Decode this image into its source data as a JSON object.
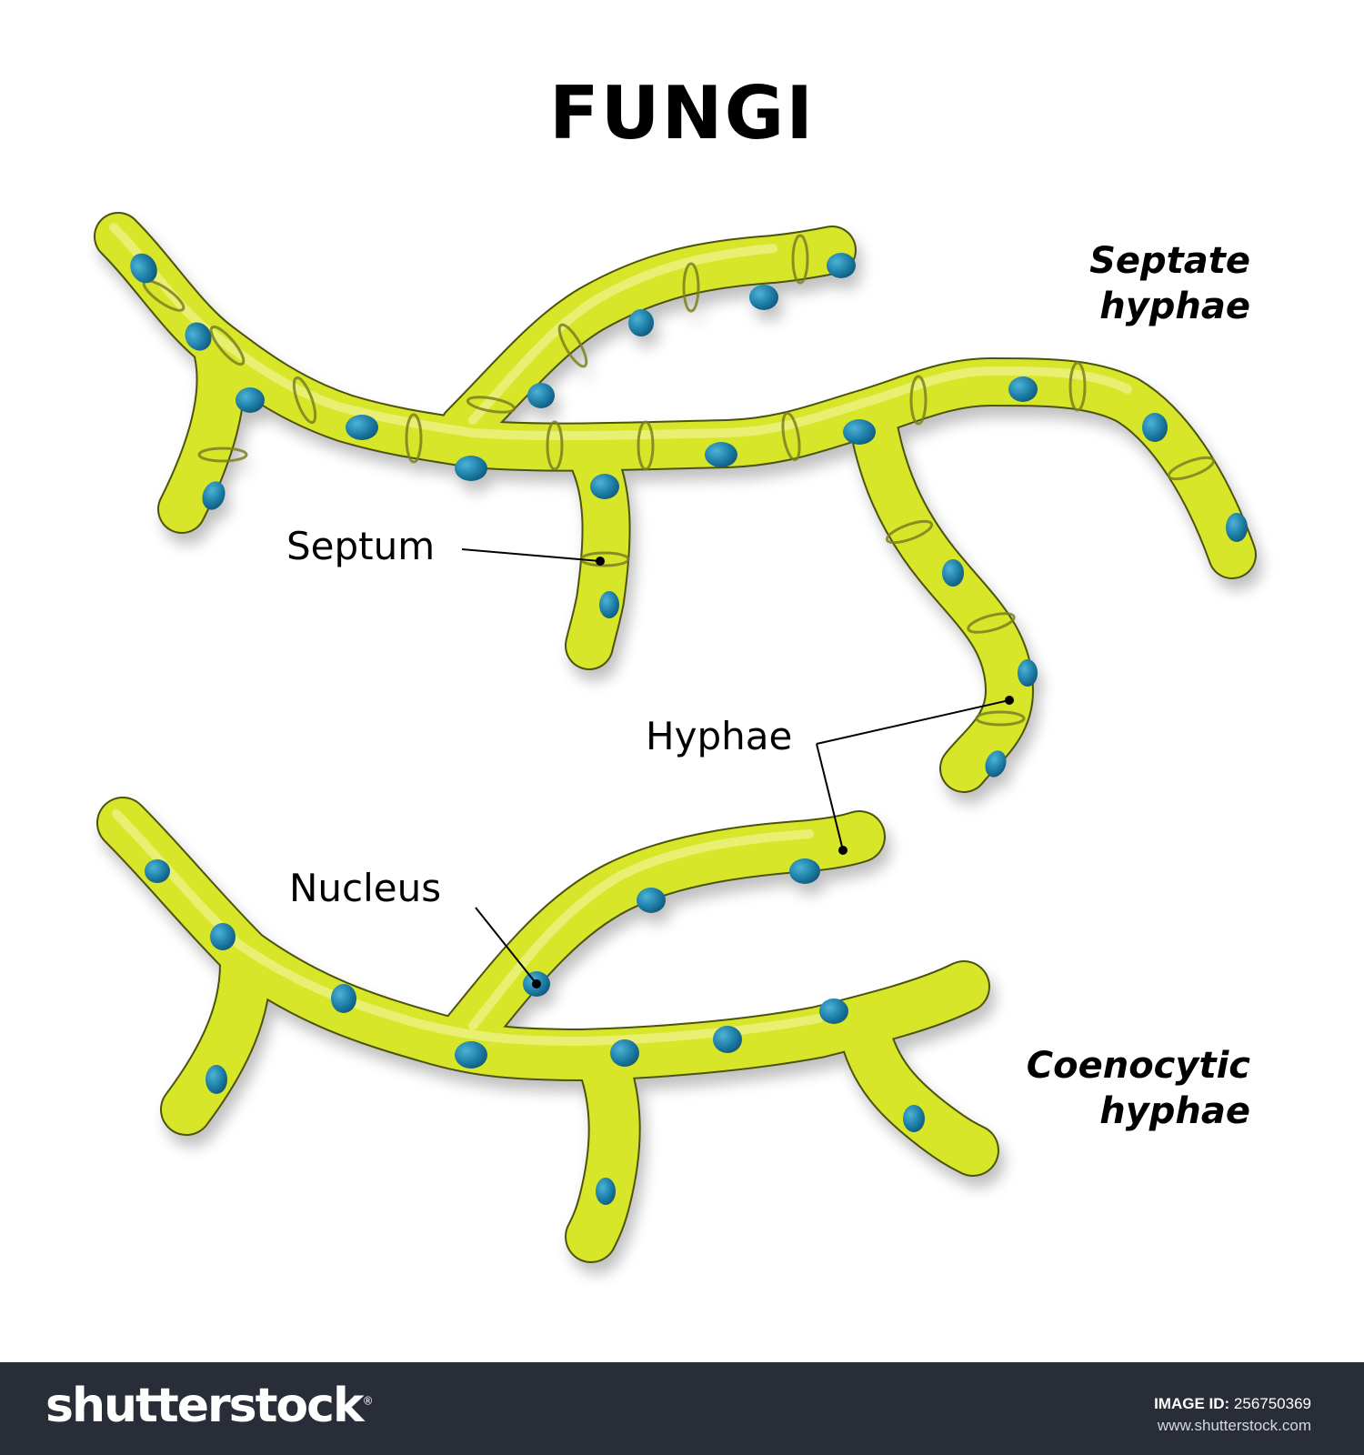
{
  "title": "FUNGI",
  "labels": {
    "septate": [
      "Septate",
      "hyphae"
    ],
    "coenocytic": [
      "Coenocytic",
      "hyphae"
    ]
  },
  "callouts": {
    "septum": "Septum",
    "hyphae": "Hyphae",
    "nucleus": "Nucleus"
  },
  "colors": {
    "hypha_fill": "#d8e62a",
    "hypha_stroke": "#5a5f10",
    "nucleus": "#1f7fa8",
    "footer_bg": "#282d37"
  },
  "footer": {
    "brand": "shutterstock",
    "image_id_label": "IMAGE ID:",
    "image_id": "256750369",
    "site": "www.shutterstock.com"
  }
}
